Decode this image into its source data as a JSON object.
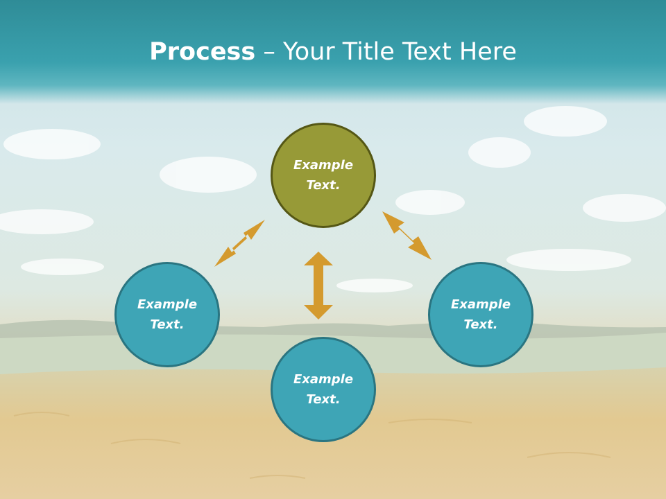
{
  "header": {
    "title_bold": "Process",
    "title_rest": " – Your Title Text Here",
    "background_color": "#3aa1ae"
  },
  "diagram": {
    "nodes": [
      {
        "id": "top",
        "line1": "Example",
        "line2": "Text.",
        "color": "#979a37"
      },
      {
        "id": "left",
        "line1": "Example",
        "line2": "Text.",
        "color": "#3ea5b6"
      },
      {
        "id": "bottom",
        "line1": "Example",
        "line2": "Text.",
        "color": "#3ea5b6"
      },
      {
        "id": "right",
        "line1": "Example",
        "line2": "Text.",
        "color": "#3ea5b6"
      }
    ],
    "connectors": [
      {
        "from": "top",
        "to": "left",
        "type": "double-arrow"
      },
      {
        "from": "top",
        "to": "bottom",
        "type": "double-arrow"
      },
      {
        "from": "top",
        "to": "right",
        "type": "double-arrow"
      }
    ],
    "arrow_color": "#d49a2e"
  }
}
